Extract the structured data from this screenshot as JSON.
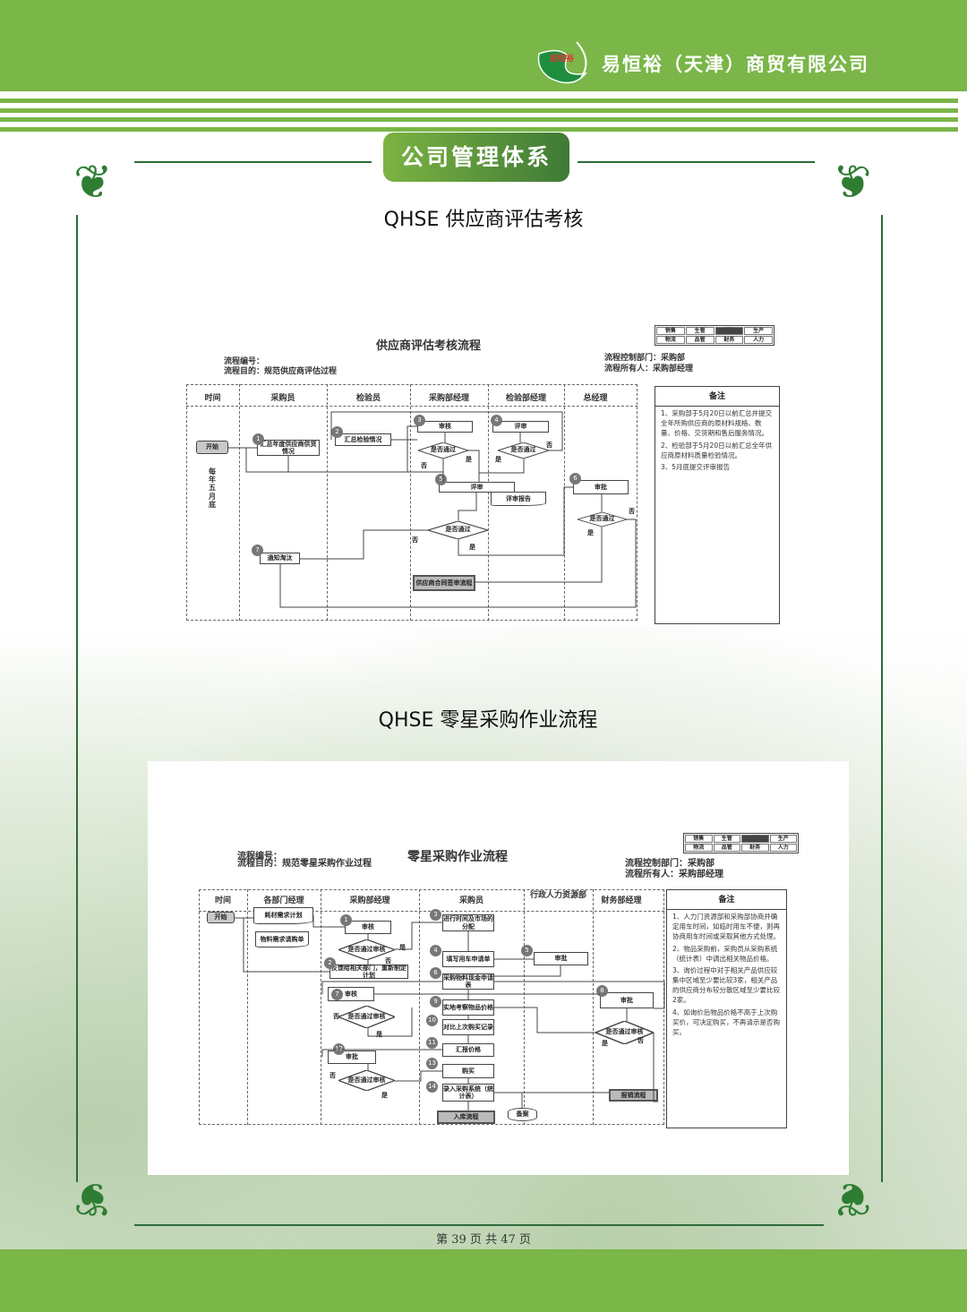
{
  "header": {
    "company": "易恒裕（天津）商贸有限公司",
    "logo_text": "易恒裕"
  },
  "section_label": "公司管理体系",
  "colors": {
    "brand_green": "#7ab648",
    "dark_green": "#2e6b3a"
  },
  "chart1": {
    "section_title": "QHSE 供应商评估考核",
    "title": "供应商评估考核流程",
    "code_label": "流程编号：",
    "purpose": "流程目的：规范供应商评估过程",
    "control_dept": "流程控制部门：采购部",
    "owner": "流程所有人：采购部经理",
    "tags": [
      "销售",
      "生管",
      "采购",
      "生产",
      "物流",
      "品管",
      "财务",
      "人力"
    ],
    "lanes": [
      "时间",
      "采购员",
      "检验员",
      "采购部经理",
      "检验部经理",
      "总经理"
    ],
    "time_note": "每年五月底",
    "start": "开始",
    "nodes": {
      "n1": "汇总年度供应商供货情况",
      "n2": "汇总检验情况",
      "n3": "审核",
      "n4": "评审",
      "n5": "评审",
      "report": "评审报告",
      "n6": "审批",
      "n7": "通知淘汰",
      "contract": "供应商合同签审流程",
      "pass": "是否通过",
      "yes": "是",
      "no": "否"
    },
    "notes_title": "备注",
    "notes": [
      "1、采购部于5月20日以前汇总并提交全年所购供应商的原材料规格、数量、价格、交货期和售后服务情况。",
      "2、检验部于5月20日以前汇总全年供应商原材料质量检验情况。",
      "3、5月底提交评审报告"
    ]
  },
  "chart2": {
    "section_title": "QHSE 零星采购作业流程",
    "title": "零星采购作业流程",
    "code_label": "流程编号：",
    "purpose": "流程目的：规范零星采购作业过程",
    "control_dept": "流程控制部门：采购部",
    "owner": "流程所有人：采购部经理",
    "tags": [
      "销售",
      "生管",
      "采购",
      "生产",
      "物流",
      "品管",
      "财务",
      "人力"
    ],
    "lanes": [
      "时间",
      "各部门经理",
      "采购部经理",
      "采购员",
      "行政人力资源部",
      "财务部经理"
    ],
    "start": "开始",
    "nodes": {
      "plan": "耗材需求计划",
      "req": "物料需求请购单",
      "n1": "审核",
      "n2": "反馈给相关部门，重新制定计划",
      "n3": "进行时间及市场的分配",
      "n4": "填写用车申请单",
      "n5": "审批",
      "n6": "采购物料现金申请表",
      "n7": "审核",
      "n8": "审批",
      "n9": "实地考察物品价格",
      "n10": "对比上次购买记录",
      "n11": "汇报价格",
      "n12": "审批",
      "n13": "购买",
      "n14": "录入采购系统（统计表）",
      "storage": "入库流程",
      "archive": "备案",
      "reimburse": "报销流程",
      "pass": "是否通过审核",
      "yes": "是",
      "no": "否"
    },
    "notes_title": "备注",
    "notes": [
      "1、人力门资源部和采购部协商并确定用车时间，如临时用车不便，则再协商用车时间或采取其他方式处理。",
      "2、物品采购前，采购员从采购系统（统计表）中调出相关物品价格。",
      "3、询价过程中对于相关产品供应较集中区域至少要比较3家，相关产品的供应商分布较分散区域至少要比较2家。",
      "4、如询价后物品价格不高于上次购买价，可决定购买，不再请示是否购买。"
    ]
  },
  "footer": {
    "page": "第 39 页 共 47 页"
  }
}
